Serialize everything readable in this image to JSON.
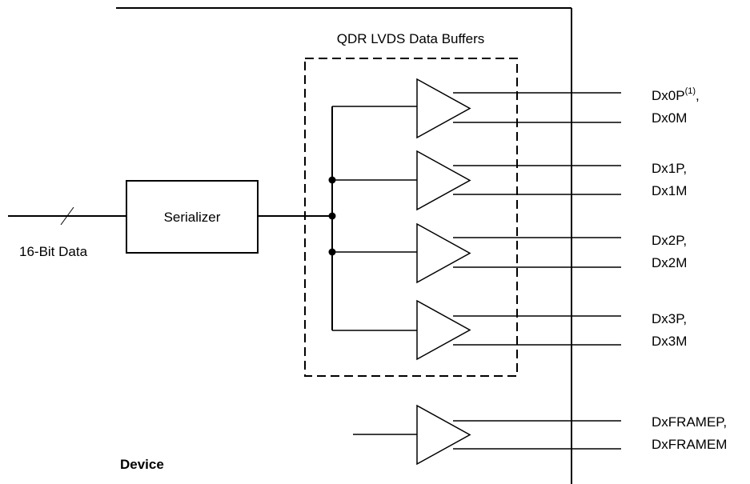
{
  "diagram": {
    "buffer_group_title": "QDR LVDS Data Buffers",
    "serializer_label": "Serializer",
    "input_label": "16-Bit Data",
    "device_label": "Device",
    "outputs": [
      {
        "p": "Dx0P",
        "p_note": "(1)",
        "p_suffix": ",",
        "m": "Dx0M"
      },
      {
        "p": "Dx1P,",
        "m": "Dx1M"
      },
      {
        "p": "Dx2P,",
        "m": "Dx2M"
      },
      {
        "p": "Dx3P,",
        "m": "Dx3M"
      }
    ],
    "frame_output": {
      "p": "DxFRAMEP,",
      "m": "DxFRAMEM"
    }
  }
}
